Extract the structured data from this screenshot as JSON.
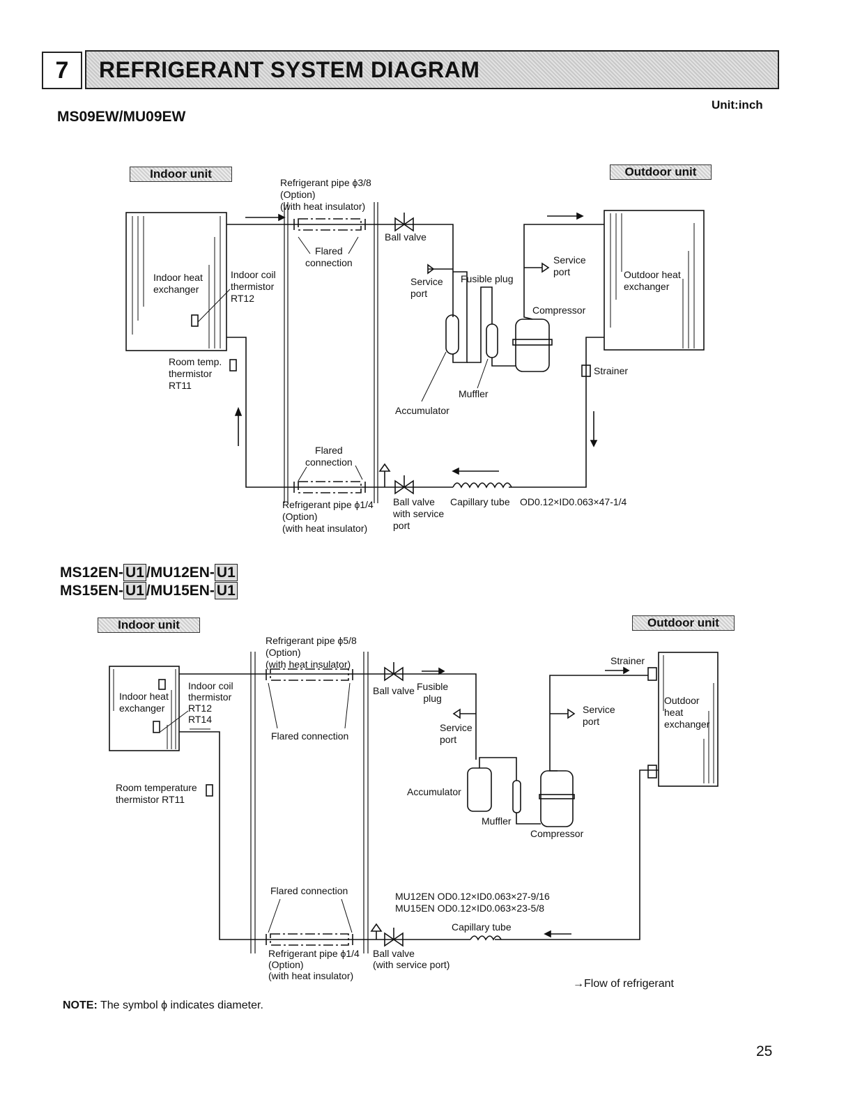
{
  "header": {
    "section_number": "7",
    "title": "REFRIGERANT SYSTEM DIAGRAM",
    "unit": "Unit:inch"
  },
  "diagram1": {
    "model": "MS09EW/MU09EW",
    "indoor_unit": "Indoor unit",
    "outdoor_unit": "Outdoor unit",
    "pipe_top": [
      "Refrigerant pipe ϕ3/8",
      "(Option)",
      "(with heat insulator)"
    ],
    "ball_valve": "Ball valve",
    "flared_top": [
      "Flared",
      "connection"
    ],
    "indoor_hx": [
      "Indoor heat",
      "exchanger"
    ],
    "coil_thermistor": [
      "Indoor coil",
      "thermistor",
      "RT12"
    ],
    "service_port_left": [
      "Service",
      "port"
    ],
    "fusible_plug": "Fusible plug",
    "service_port_right": [
      "Service",
      "port"
    ],
    "compressor": "Compressor",
    "outdoor_hx": [
      "Outdoor heat",
      "exchanger"
    ],
    "room_thermistor": [
      "Room temp.",
      "thermistor",
      "RT11"
    ],
    "strainer": "Strainer",
    "muffler": "Muffler",
    "accumulator": "Accumulator",
    "flared_bottom": [
      "Flared",
      "connection"
    ],
    "pipe_bottom": [
      "Refrigerant pipe ϕ1/4",
      "(Option)",
      "(with heat insulator)"
    ],
    "ball_valve_service": [
      "Ball valve",
      "with service",
      "port"
    ],
    "capillary": "Capillary tube",
    "capillary_spec": "OD0.12×ID0.063×47-1/4"
  },
  "diagram2": {
    "model_lines": [
      {
        "a": "MS12EN-",
        "b": "U1",
        "c": "/MU12EN-",
        "d": "U1"
      },
      {
        "a": "MS15EN-",
        "b": "U1",
        "c": "/MU15EN-",
        "d": "U1"
      }
    ],
    "indoor_unit": "Indoor unit",
    "outdoor_unit": "Outdoor unit",
    "pipe_top": [
      "Refrigerant pipe ϕ5/8",
      "(Option)",
      "(with heat insulator)"
    ],
    "indoor_hx": [
      "Indoor heat",
      "exchanger"
    ],
    "coil_thermistor": [
      "Indoor coil",
      "thermistor",
      "RT12",
      "RT14"
    ],
    "ball_valve": "Ball valve",
    "fusible_plug": [
      "Fusible",
      "plug"
    ],
    "strainer": "Strainer",
    "service_port_left": [
      "Service",
      "port"
    ],
    "service_port_right": [
      "Service",
      "port"
    ],
    "outdoor_hx": [
      "Outdoor",
      "heat",
      "exchanger"
    ],
    "flared_top": "Flared connection",
    "room_thermistor": [
      "Room temperature",
      "thermistor RT11"
    ],
    "accumulator": "Accumulator",
    "muffler": "Muffler",
    "compressor": "Compressor",
    "flared_bottom": "Flared connection",
    "capillary_specs": [
      "MU12EN OD0.12×ID0.063×27-9/16",
      "MU15EN OD0.12×ID0.063×23-5/8"
    ],
    "capillary": "Capillary tube",
    "pipe_bottom": [
      "Refrigerant pipe ϕ1/4",
      "(Option)",
      "(with heat insulator)"
    ],
    "ball_valve_service": [
      "Ball valve",
      "(with service port)"
    ],
    "flow_legend": "→Flow of refrigerant"
  },
  "note": {
    "label": "NOTE:",
    "text": "The symbol ϕ indicates diameter."
  },
  "page_number": "25"
}
